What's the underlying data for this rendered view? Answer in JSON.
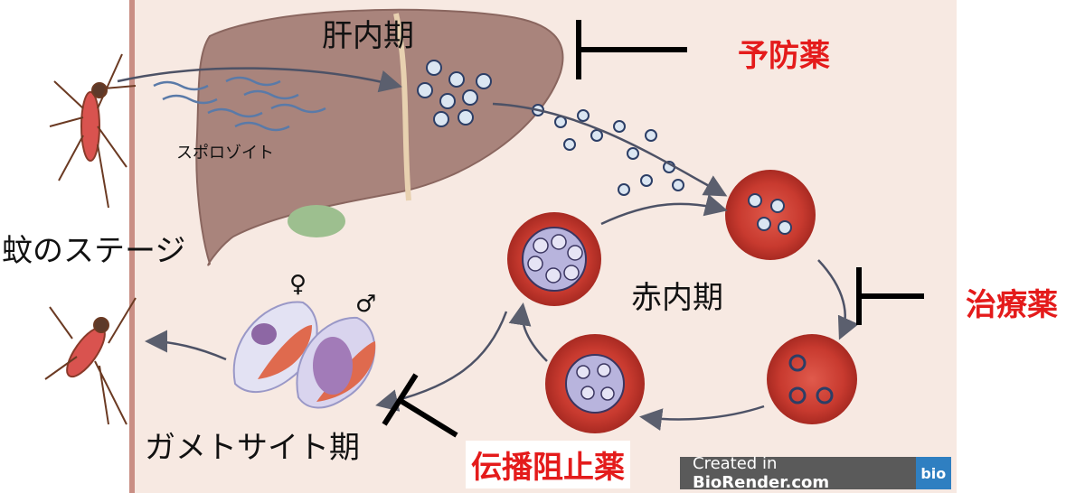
{
  "labels": {
    "liver_stage": "肝内期",
    "blood_stage": "赤内期",
    "gametocyte_stage": "ガメトサイト期",
    "mosquito_stage": "蚊のステージ",
    "sporozoite": "スポロゾイト",
    "female_symbol": "♀",
    "male_symbol": "♂"
  },
  "drugs": {
    "prophylactic": "予防薬",
    "therapeutic": "治療薬",
    "transmission_blocking": "伝播阻止薬"
  },
  "watermark": {
    "prefix": "Created in ",
    "brand": "BioRender.com",
    "logo": "bio"
  },
  "colors": {
    "drug_text": "#e41b1b",
    "panel_bg": "#f7e9e2",
    "rbc": "#c7392e",
    "liver": "#a9847c"
  }
}
